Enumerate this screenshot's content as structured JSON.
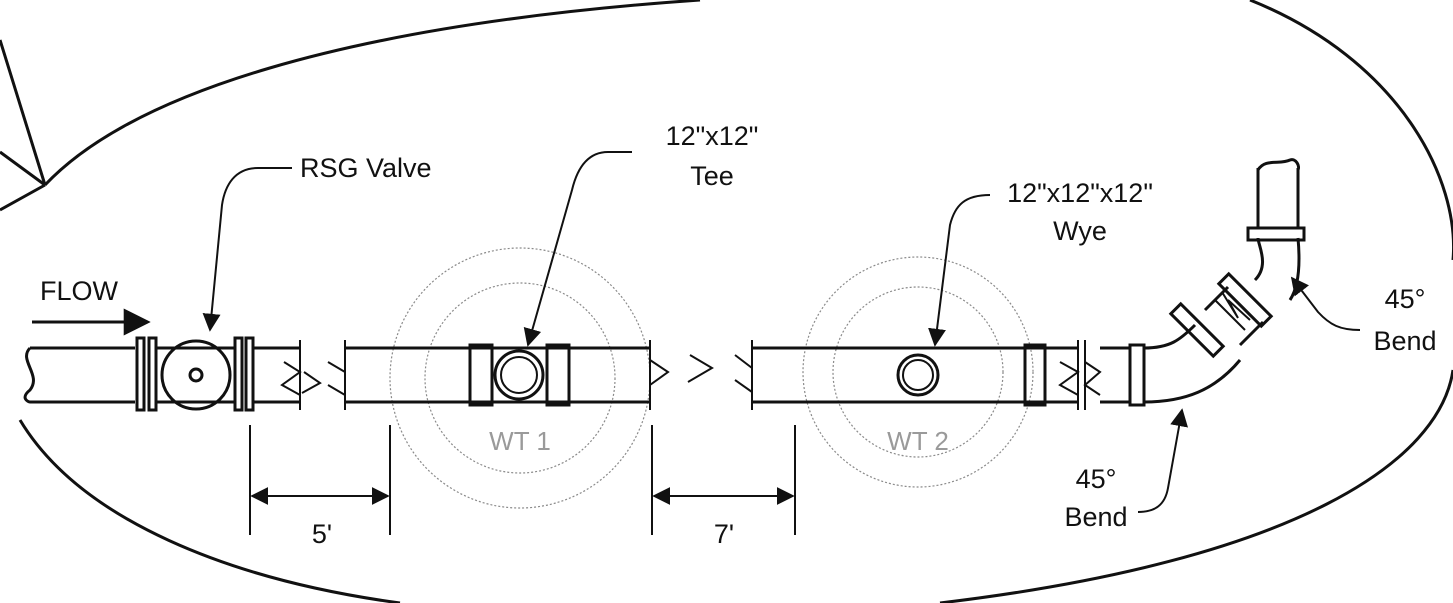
{
  "labels": {
    "flow": "FLOW",
    "rsg_valve": "RSG Valve",
    "tee_line1": "12\"x12\"",
    "tee_line2": "Tee",
    "wye_line1": "12\"x12\"x12\"",
    "wye_line2": "Wye",
    "bend_right_line1": "45°",
    "bend_right_line2": "Bend",
    "bend_bottom_line1": "45°",
    "bend_bottom_line2": "Bend",
    "wt1": "WT 1",
    "wt2": "WT 2",
    "dim_5": "5'",
    "dim_7": "7'"
  }
}
